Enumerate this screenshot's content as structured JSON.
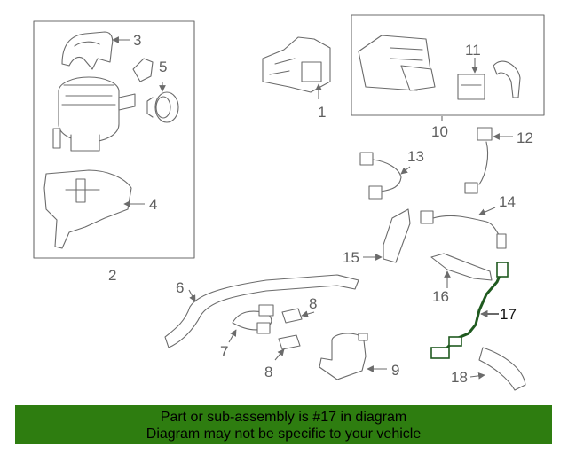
{
  "diagram": {
    "callouts": {
      "c1": "1",
      "c2": "2",
      "c3": "3",
      "c4": "4",
      "c5": "5",
      "c6": "6",
      "c7": "7",
      "c8a": "8",
      "c8b": "8",
      "c9": "9",
      "c10": "10",
      "c11": "11",
      "c12": "12",
      "c13": "13",
      "c14": "14",
      "c15": "15",
      "c16": "16",
      "c17": "17",
      "c18": "18"
    },
    "highlight_color": "#1f5a1f",
    "line_color": "#6b6b6b"
  },
  "banner": {
    "line1": "Part or sub-assembly is #17 in diagram",
    "line2": "Diagram may not be specific to your vehicle",
    "background": "#2e7d10"
  }
}
